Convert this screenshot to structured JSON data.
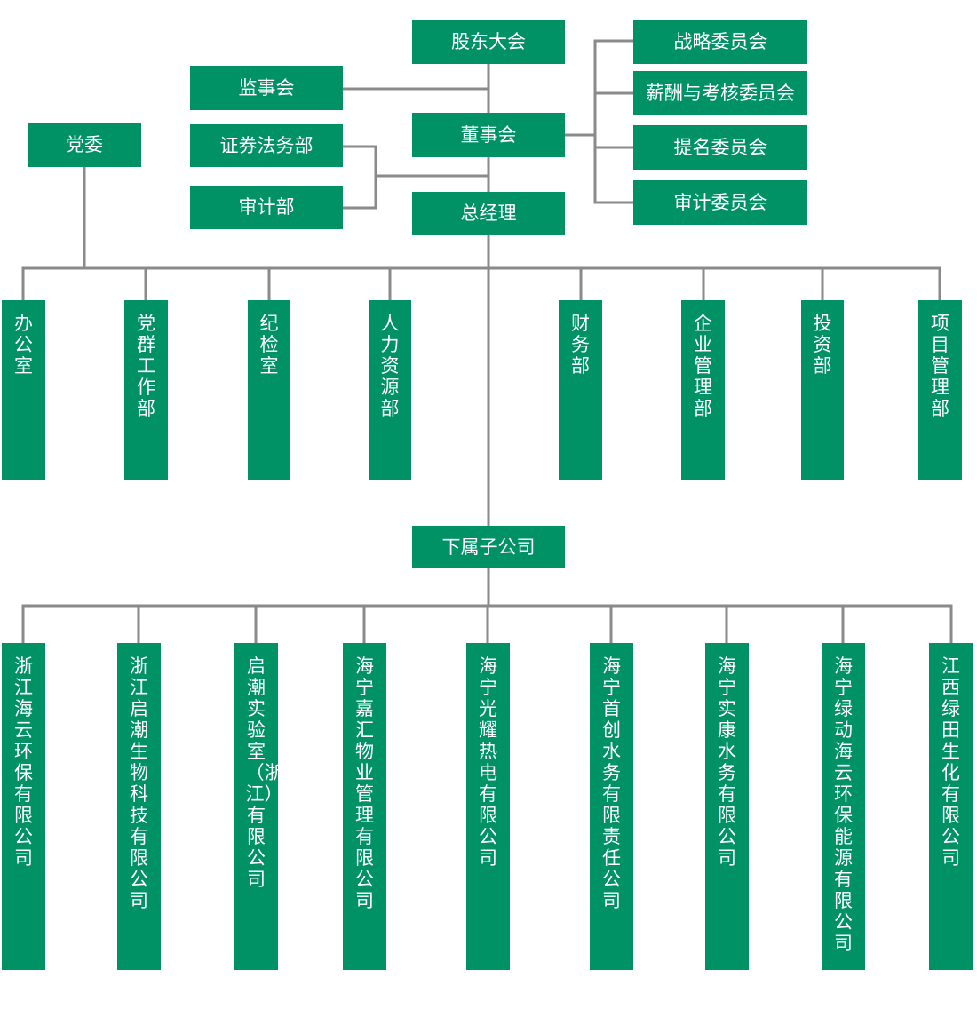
{
  "colors": {
    "box_fill": "#009164",
    "box_text": "#ffffff",
    "connector": "#8a8a8a"
  },
  "top": {
    "shareholders": "股东大会",
    "supervisors": "监事会",
    "board": "董事会",
    "securities_legal": "证券法务部",
    "audit_dept": "审计部",
    "general_manager": "总经理",
    "party_committee": "党委"
  },
  "committees": [
    "战略委员会",
    "薪酬与考核委员会",
    "提名委员会",
    "审计委员会"
  ],
  "departments": [
    "办公室",
    "党群工作部",
    "纪检室",
    "人力资源部",
    "财务部",
    "企业管理部",
    "投资部",
    "项目管理部"
  ],
  "subsidiaries_header": "下属子公司",
  "subsidiaries": [
    "浙江海云环保有限公司",
    "浙江启潮生物科技有限公司",
    "启潮实验室（浙江）有限公司",
    "海宁嘉汇物业管理有限公司",
    "海宁光耀热电有限公司",
    "海宁首创水务有限责任公司",
    "海宁实康水务有限公司",
    "海宁绿动海云环保能源有限公司",
    "江西绿田生化有限公司"
  ]
}
